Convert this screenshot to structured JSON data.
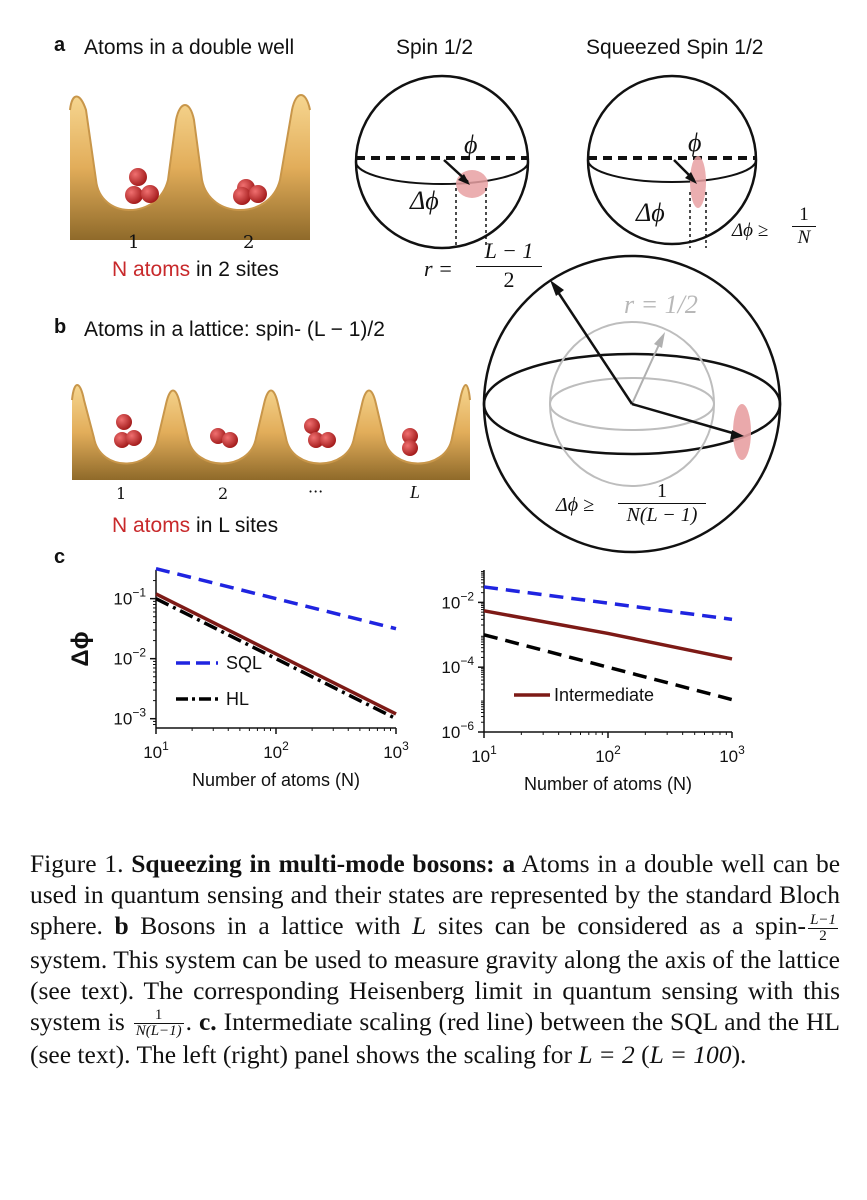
{
  "panel_a": {
    "letter": "a",
    "title": "Atoms in a double well",
    "site_labels": [
      "1",
      "2"
    ],
    "atoms_red": "N atoms",
    "atoms_rest": " in 2 sites",
    "spin_title": "Spin 1/2",
    "squeezed_title": "Squeezed Spin 1/2",
    "phi": "ϕ",
    "dphi": "Δϕ",
    "hl_bound": "Δϕ ≥",
    "hl_num": "1",
    "hl_den": "N",
    "radius_lhs": "r =",
    "radius_num": "L − 1",
    "radius_den": "2"
  },
  "panel_b": {
    "letter": "b",
    "title": "Atoms in a lattice: spin- (L − 1)/2",
    "site_labels": [
      "1",
      "2",
      "···",
      "L"
    ],
    "atoms_red": "N atoms",
    "atoms_rest": " in L sites",
    "inner_radius": "r = 1/2",
    "hl_bound": "Δϕ ≥",
    "hl_num": "1",
    "hl_den": "N(L − 1)"
  },
  "panel_c": {
    "letter": "c"
  },
  "colors": {
    "sql": "#1f24e0",
    "hl": "#000000",
    "intermediate": "#7d1a16",
    "atom": "#c8292b",
    "well_top": "#f0c878",
    "well_bottom": "#8a6a2c",
    "squeeze": "#e8a0a2"
  },
  "chart_data": [
    {
      "type": "line",
      "xlabel": "Number of atoms (N)",
      "ylabel": "Δϕ",
      "xscale": "log",
      "yscale": "log",
      "xlim": [
        10,
        1000
      ],
      "ylim": [
        0.0007,
        0.3
      ],
      "xticks": [
        10,
        100,
        1000
      ],
      "xtick_labels": [
        "10^1",
        "10^2",
        "10^3"
      ],
      "yticks": [
        0.001,
        0.01,
        0.1
      ],
      "ytick_labels": [
        "10^-3",
        "10^-2",
        "10^-1"
      ],
      "legend_placement": "lower-left",
      "series": [
        {
          "name": "SQL",
          "style": "dashed",
          "x": [
            10,
            1000
          ],
          "y": [
            0.316,
            0.0316
          ]
        },
        {
          "name": "HL",
          "style": "dashdot",
          "x": [
            10,
            1000
          ],
          "y": [
            0.1,
            0.001
          ]
        },
        {
          "name": "",
          "style": "solid",
          "x": [
            10,
            1000
          ],
          "y": [
            0.12,
            0.0012
          ]
        }
      ]
    },
    {
      "type": "line",
      "xlabel": "Number of atoms (N)",
      "ylabel": "",
      "xscale": "log",
      "yscale": "log",
      "xlim": [
        10,
        1000
      ],
      "ylim": [
        1e-06,
        0.1
      ],
      "xticks": [
        10,
        100,
        1000
      ],
      "xtick_labels": [
        "10^1",
        "10^2",
        "10^3"
      ],
      "yticks": [
        1e-06,
        0.0001,
        0.01
      ],
      "ytick_labels": [
        "10^-6",
        "10^-4",
        "10^-2"
      ],
      "legend_placement": "lower-right",
      "series": [
        {
          "name": "",
          "style": "dashed",
          "x": [
            10,
            1000
          ],
          "y": [
            0.03,
            0.003
          ]
        },
        {
          "name": "",
          "style": "dashed",
          "x": [
            10,
            1000
          ],
          "y": [
            0.001,
            1e-05
          ]
        },
        {
          "name": "Intermediate",
          "style": "solid",
          "x": [
            10,
            100,
            1000
          ],
          "y": [
            0.0055,
            0.0011,
            0.00018
          ]
        }
      ]
    }
  ],
  "caption": {
    "figure_label": "Figure 1.",
    "bold_title": "Squeezing in multi-mode bosons:",
    "a_letter": "a",
    "a_text": "Atoms in a double well can be used in quantum sensing and their states are represented by the standard Bloch sphere.",
    "b_letter": "b",
    "b_text1": "Bosons in a lattice with",
    "L": "L",
    "b_text2": "sites can be considered as a spin-",
    "frac1_num": "L−1",
    "frac1_den": "2",
    "b_text3": "system. This system can be used to measure gravity along the axis of the lattice (see text). The corresponding Heisenberg limit in quantum sensing with this system is",
    "frac2_num": "1",
    "frac2_den": "N(L−1)",
    "c_letter": "c.",
    "c_text": "Intermediate scaling (red line) between the SQL and the HL (see text). The left (right) panel shows the scaling for",
    "eq1": "L = 2",
    "eq2": "L = 100",
    "c_end": ")."
  }
}
